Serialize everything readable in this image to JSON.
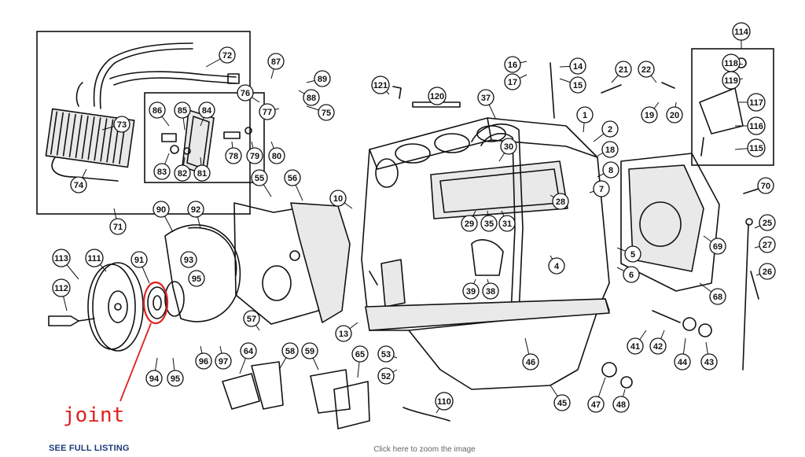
{
  "footer": {
    "see_full_listing": "SEE FULL LISTING",
    "zoom_hint": "Click here to zoom the image"
  },
  "annotation": {
    "text": "joint",
    "color": "#e02020"
  },
  "callouts": [
    "1",
    "2",
    "4",
    "5",
    "6",
    "7",
    "8",
    "10",
    "13",
    "14",
    "15",
    "16",
    "17",
    "18",
    "19",
    "20",
    "21",
    "22",
    "25",
    "26",
    "27",
    "28",
    "29",
    "30",
    "31",
    "35",
    "37",
    "38",
    "39",
    "41",
    "42",
    "43",
    "44",
    "45",
    "46",
    "47",
    "48",
    "52",
    "53",
    "55",
    "56",
    "57",
    "58",
    "59",
    "64",
    "65",
    "68",
    "69",
    "70",
    "71",
    "72",
    "73",
    "74",
    "75",
    "76",
    "77",
    "78",
    "79",
    "80",
    "81",
    "82",
    "83",
    "84",
    "85",
    "86",
    "87",
    "88",
    "89",
    "90",
    "91",
    "92",
    "93",
    "94",
    "95",
    "96",
    "97",
    "110",
    "111",
    "112",
    "113",
    "114",
    "115",
    "116",
    "117",
    "118",
    "119",
    "120",
    "121"
  ]
}
